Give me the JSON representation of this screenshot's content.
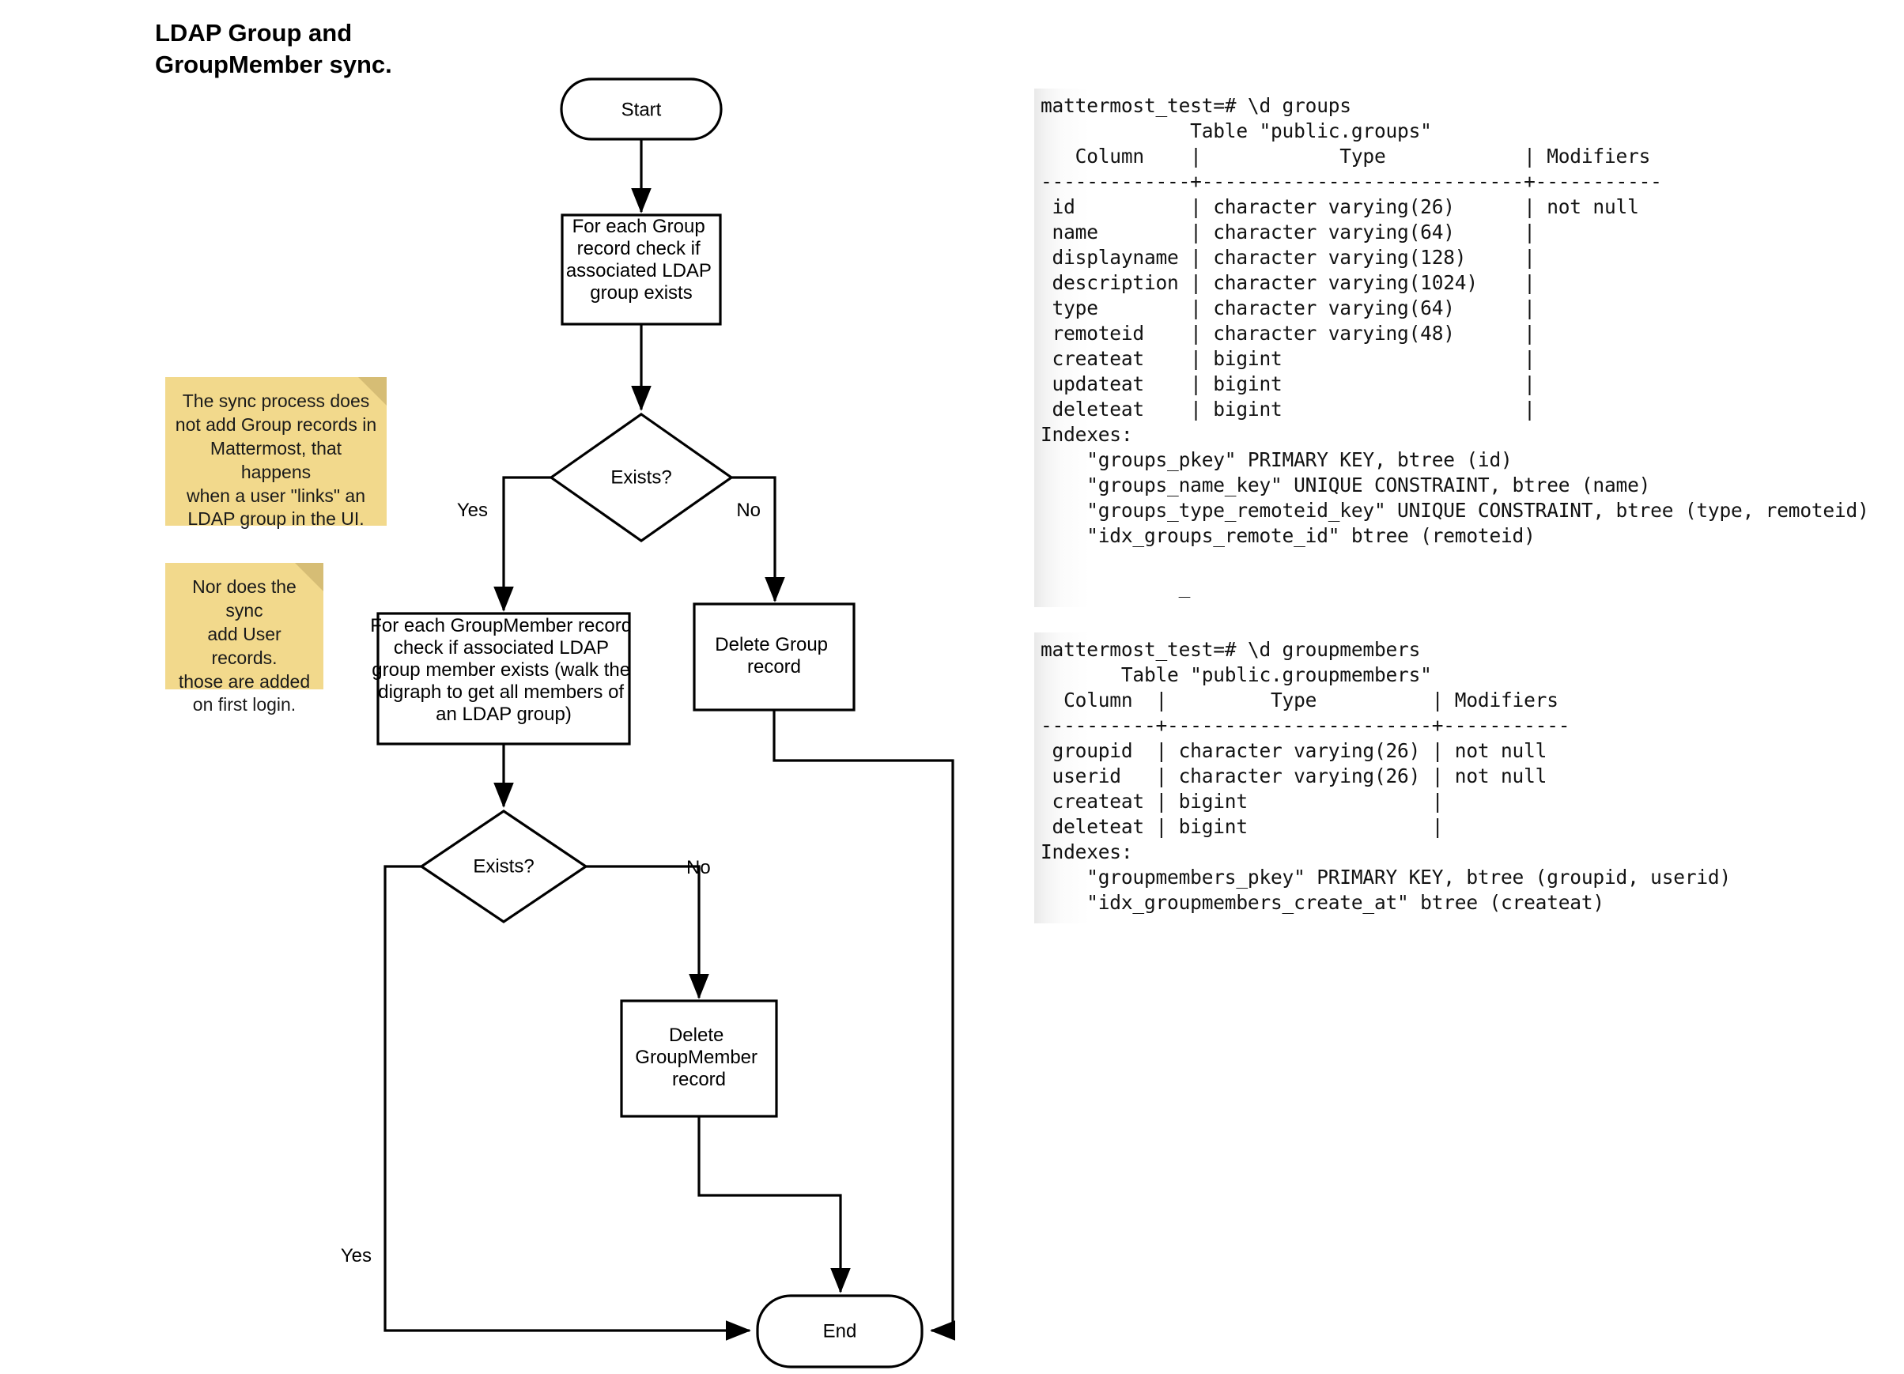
{
  "title": "LDAP Group and\nGroupMember sync.",
  "flowchart": {
    "nodes": {
      "start": "Start",
      "check_group": "For each Group\nrecord check if\nassociated LDAP\ngroup exists",
      "decision_1": "Exists?",
      "check_groupmember": "For each GroupMember record\ncheck if associated LDAP\ngroup member exists (walk the\ndigraph to get all members of\nan LDAP group)",
      "delete_group": "Delete Group\nrecord",
      "decision_2": "Exists?",
      "delete_groupmember": "Delete\nGroupMember\nrecord",
      "end": "End"
    },
    "edge_labels": {
      "d1_yes": "Yes",
      "d1_no": "No",
      "d2_yes": "Yes",
      "d2_no": "No"
    }
  },
  "sticky_notes": [
    {
      "id": "note-sync-no-group-add",
      "text": "The sync process does\nnot add Group records in\nMattermost, that happens\nwhen a user \"links\" an\nLDAP group in the UI."
    },
    {
      "id": "note-sync-no-user-add",
      "text": "Nor does the sync\nadd User records.\nthose are added\non first login."
    }
  ],
  "terminals": {
    "groups": {
      "name": "psql-groups-describe",
      "lines": [
        "mattermost_test=# \\d groups",
        "             Table \"public.groups\"",
        "   Column    |            Type            | Modifiers",
        "-------------+----------------------------+-----------",
        " id          | character varying(26)      | not null",
        " name        | character varying(64)      |",
        " displayname | character varying(128)     |",
        " description | character varying(1024)    |",
        " type        | character varying(64)      |",
        " remoteid    | character varying(48)      |",
        " createat    | bigint                     |",
        " updateat    | bigint                     |",
        " deleteat    | bigint                     |",
        "Indexes:",
        "    \"groups_pkey\" PRIMARY KEY, btree (id)",
        "    \"groups_name_key\" UNIQUE CONSTRAINT, btree (name)",
        "    \"groups_type_remoteid_key\" UNIQUE CONSTRAINT, btree (type, remoteid)",
        "    \"idx_groups_remote_id\" btree (remoteid)",
        "",
        "            _"
      ]
    },
    "groupmembers": {
      "name": "psql-groupmembers-describe",
      "lines": [
        "mattermost_test=# \\d groupmembers",
        "       Table \"public.groupmembers\"",
        "  Column  |         Type          | Modifiers",
        "----------+-----------------------+-----------",
        " groupid  | character varying(26) | not null",
        " userid   | character varying(26) | not null",
        " createat | bigint                |",
        " deleteat | bigint                |",
        "Indexes:",
        "    \"groupmembers_pkey\" PRIMARY KEY, btree (groupid, userid)",
        "    \"idx_groupmembers_create_at\" btree (createat)"
      ]
    }
  },
  "colors": {
    "sticky_fill": "#f2d98c",
    "sticky_fold": "#d6bd75",
    "stroke": "#000000",
    "background": "#ffffff"
  }
}
